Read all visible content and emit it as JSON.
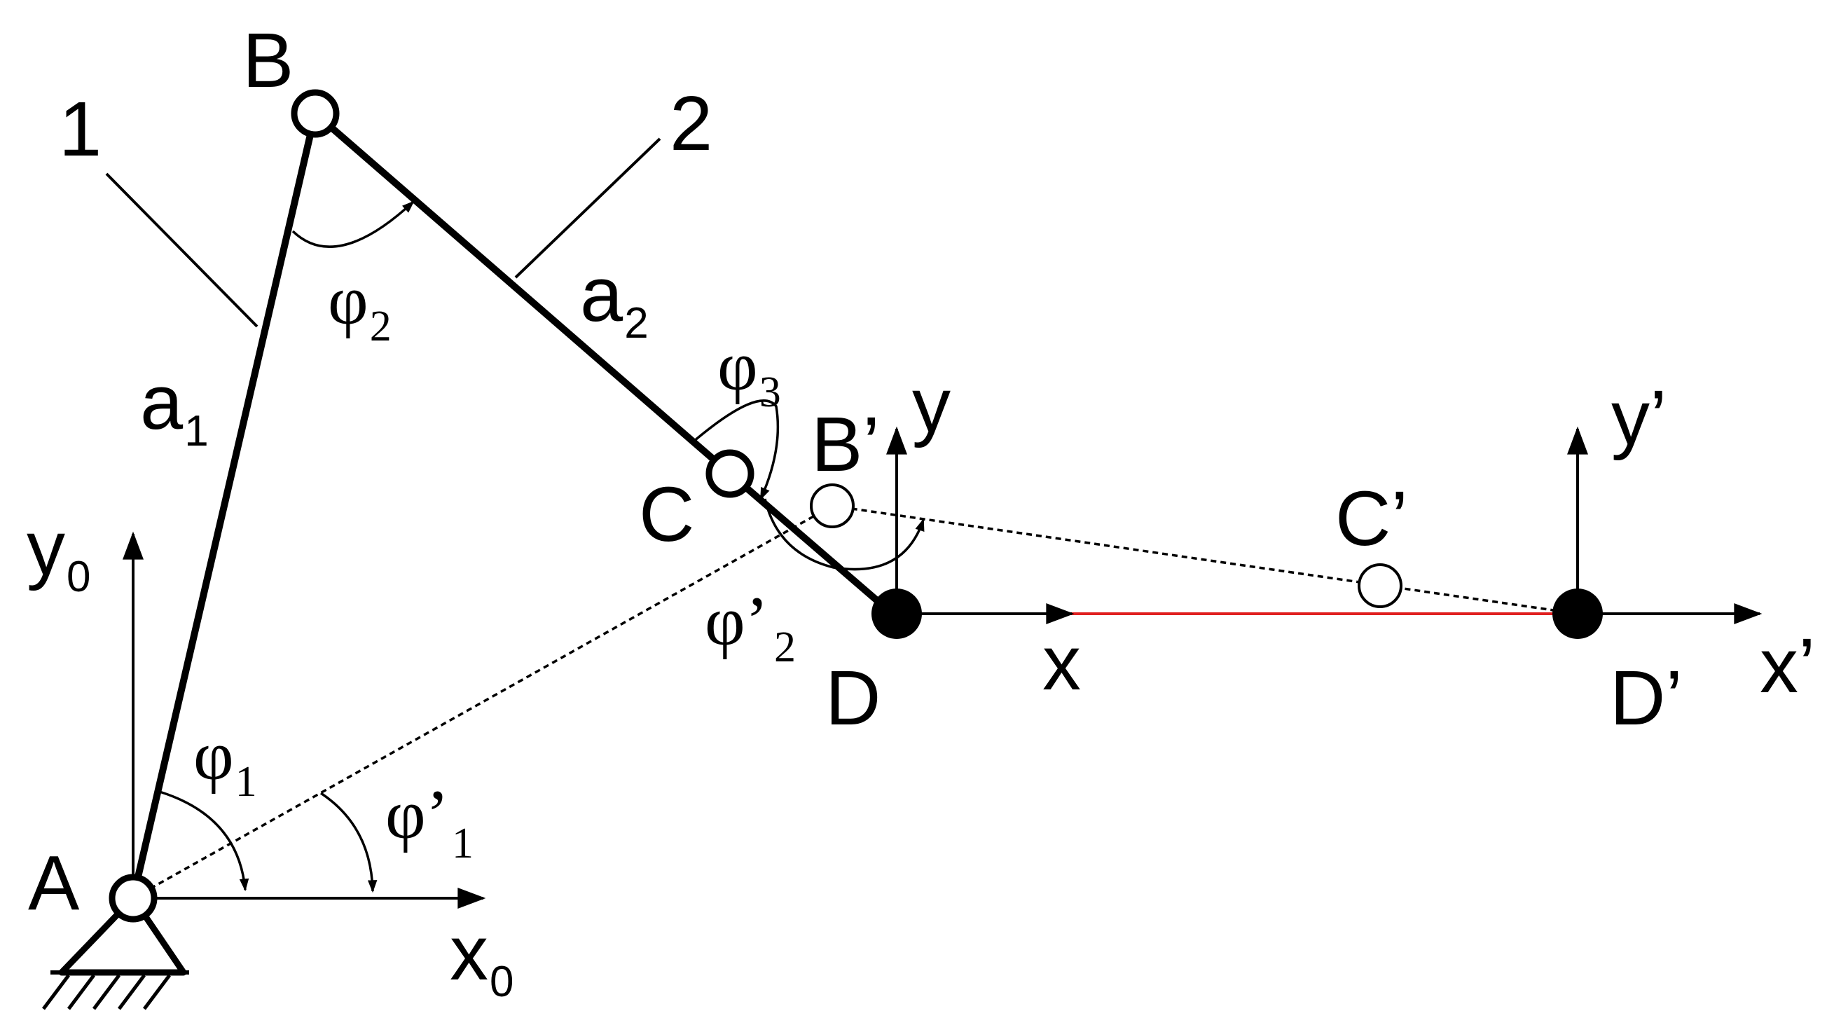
{
  "colors": {
    "ink": "#000000",
    "moved_link": "#e02020",
    "background": "#ffffff"
  },
  "points": {
    "A": "A",
    "B": "B",
    "C": "C",
    "D": "D",
    "B_prime": "B’",
    "C_prime": "C’",
    "D_prime": "D’"
  },
  "links": {
    "link1_number": "1",
    "link2_number": "2",
    "a1": {
      "base": "a",
      "sub": "1"
    },
    "a2": {
      "base": "a",
      "sub": "2"
    }
  },
  "angles": {
    "phi1": {
      "base": "φ",
      "sub": "1"
    },
    "phi2": {
      "base": "φ",
      "sub": "2"
    },
    "phi3": {
      "base": "φ",
      "sub": "3"
    },
    "phi1_prime": {
      "base": "φ’",
      "sub": "1"
    },
    "phi2_prime": {
      "base": "φ’",
      "sub": "2"
    }
  },
  "axes": {
    "x0": {
      "base": "x",
      "sub": "0"
    },
    "y0": {
      "base": "y",
      "sub": "0"
    },
    "x": "x",
    "y": "y",
    "x_prime": "x’",
    "y_prime": "y’"
  }
}
